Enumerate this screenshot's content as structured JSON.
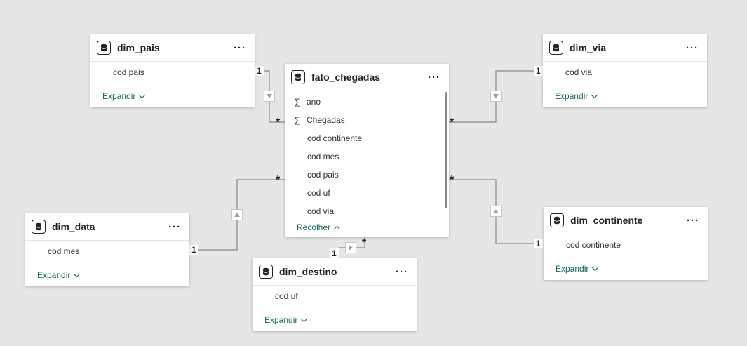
{
  "tables": {
    "dim_pais": {
      "title": "dim_pais",
      "fields": [
        "cod pais"
      ],
      "expand_label": "Expandir"
    },
    "fato": {
      "title": "fato_chegadas",
      "measures": [
        {
          "icon": "sigma-icon",
          "label": "ano"
        },
        {
          "icon": "sigma-icon",
          "label": "Chegadas"
        }
      ],
      "fields": [
        "cod continente",
        "cod mes",
        "cod pais",
        "cod uf",
        "cod via"
      ],
      "collapse_label": "Recolher"
    },
    "dim_via": {
      "title": "dim_via",
      "fields": [
        "cod via"
      ],
      "expand_label": "Expandir"
    },
    "dim_data": {
      "title": "dim_data",
      "fields": [
        "cod mes"
      ],
      "expand_label": "Expandir"
    },
    "dim_destino": {
      "title": "dim_destino",
      "fields": [
        "cod uf"
      ],
      "expand_label": "Expandir"
    },
    "dim_continente": {
      "title": "dim_continente",
      "fields": [
        "cod continente"
      ],
      "expand_label": "Expandir"
    }
  },
  "more_label": "···",
  "relationships": [
    {
      "from": "dim_pais",
      "to": "fato_chegadas",
      "one": "1",
      "many": "*",
      "filter_direction": "down"
    },
    {
      "from": "dim_via",
      "to": "fato_chegadas",
      "one": "1",
      "many": "*",
      "filter_direction": "down"
    },
    {
      "from": "dim_data",
      "to": "fato_chegadas",
      "one": "1",
      "many": "*",
      "filter_direction": "up"
    },
    {
      "from": "dim_continente",
      "to": "fato_chegadas",
      "one": "1",
      "many": "*",
      "filter_direction": "up"
    },
    {
      "from": "dim_destino",
      "to": "fato_chegadas",
      "one": "1",
      "many": "*",
      "filter_direction": "right"
    }
  ]
}
